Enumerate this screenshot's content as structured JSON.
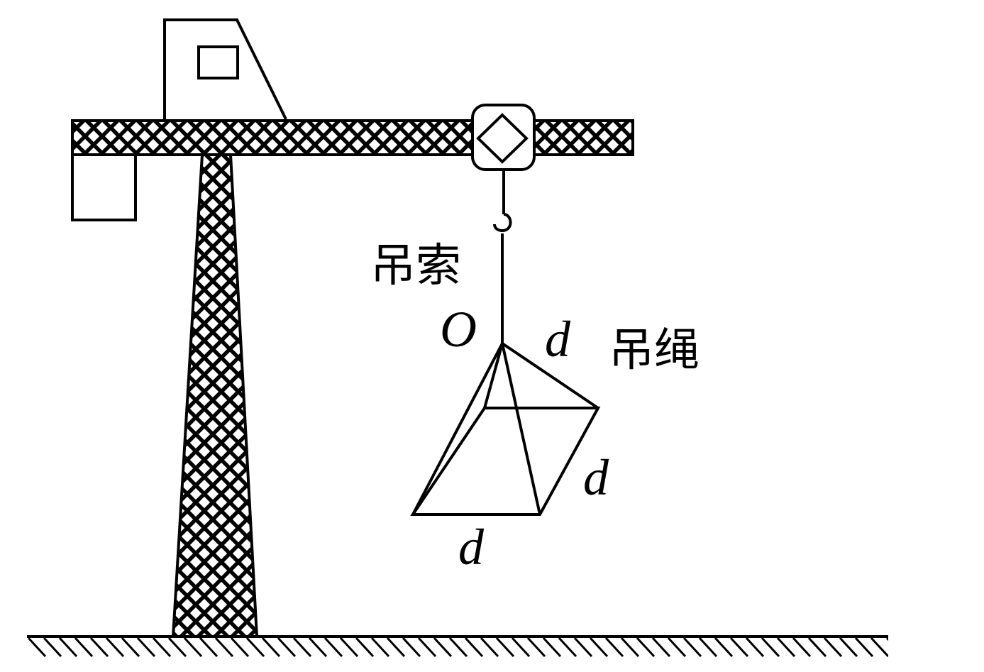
{
  "diagram": {
    "labels": {
      "sling": "吊索",
      "point": "O",
      "rope": "吊绳",
      "edge_top": "d",
      "edge_right": "d",
      "edge_bottom": "d"
    },
    "colors": {
      "stroke": "#000000",
      "background": "#ffffff"
    }
  }
}
